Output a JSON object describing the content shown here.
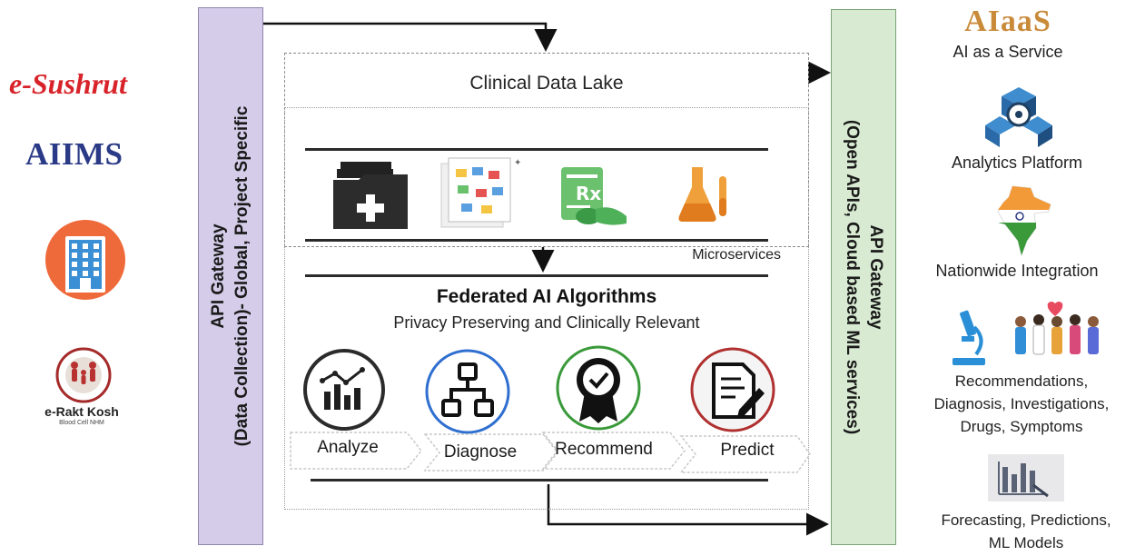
{
  "left_logos": {
    "e_sushrut": "e-Sushrut",
    "aiims": "AIIMS",
    "e_rakt_kosh": "e-Rakt Kosh",
    "e_rakt_kosh_sub": "Blood Cell NHM"
  },
  "left_gateway": {
    "line1": "API Gateway",
    "line2": "(Data Collection)- Global, Project Specific"
  },
  "center": {
    "data_lake_title": "Clinical Data Lake",
    "microservices_label": "Microservices",
    "federated_title": "Federated AI Algorithms",
    "federated_subtitle": "Privacy Preserving and Clinically Relevant",
    "steps": [
      {
        "label": "Analyze",
        "ring_color": "#2b2b2b"
      },
      {
        "label": "Diagnose",
        "ring_color": "#2f6fd0"
      },
      {
        "label": "Recommend",
        "ring_color": "#3a9a3a"
      },
      {
        "label": "Predict",
        "ring_color": "#b03030"
      }
    ]
  },
  "right_gateway": {
    "line1": "API Gateway",
    "line2": "(Open APIs, Cloud based ML services)"
  },
  "right_panel": {
    "title": "AIaaS",
    "subtitle": "AI as a Service",
    "items": [
      {
        "label": "Analytics Platform"
      },
      {
        "label": "Nationwide Integration"
      },
      {
        "label_lines": [
          "Recommendations,",
          "Diagnosis, Investigations,",
          "Drugs, Symptoms"
        ]
      },
      {
        "label_lines": [
          "Forecasting, Predictions,",
          "ML Models"
        ]
      }
    ]
  },
  "colors": {
    "left_gateway_fill": "#d4cce8",
    "right_gateway_fill": "#d8ead2",
    "brand_red": "#d8232a",
    "aiims_blue": "#2a3a86",
    "aiaas_gold": "#c98b3a"
  }
}
